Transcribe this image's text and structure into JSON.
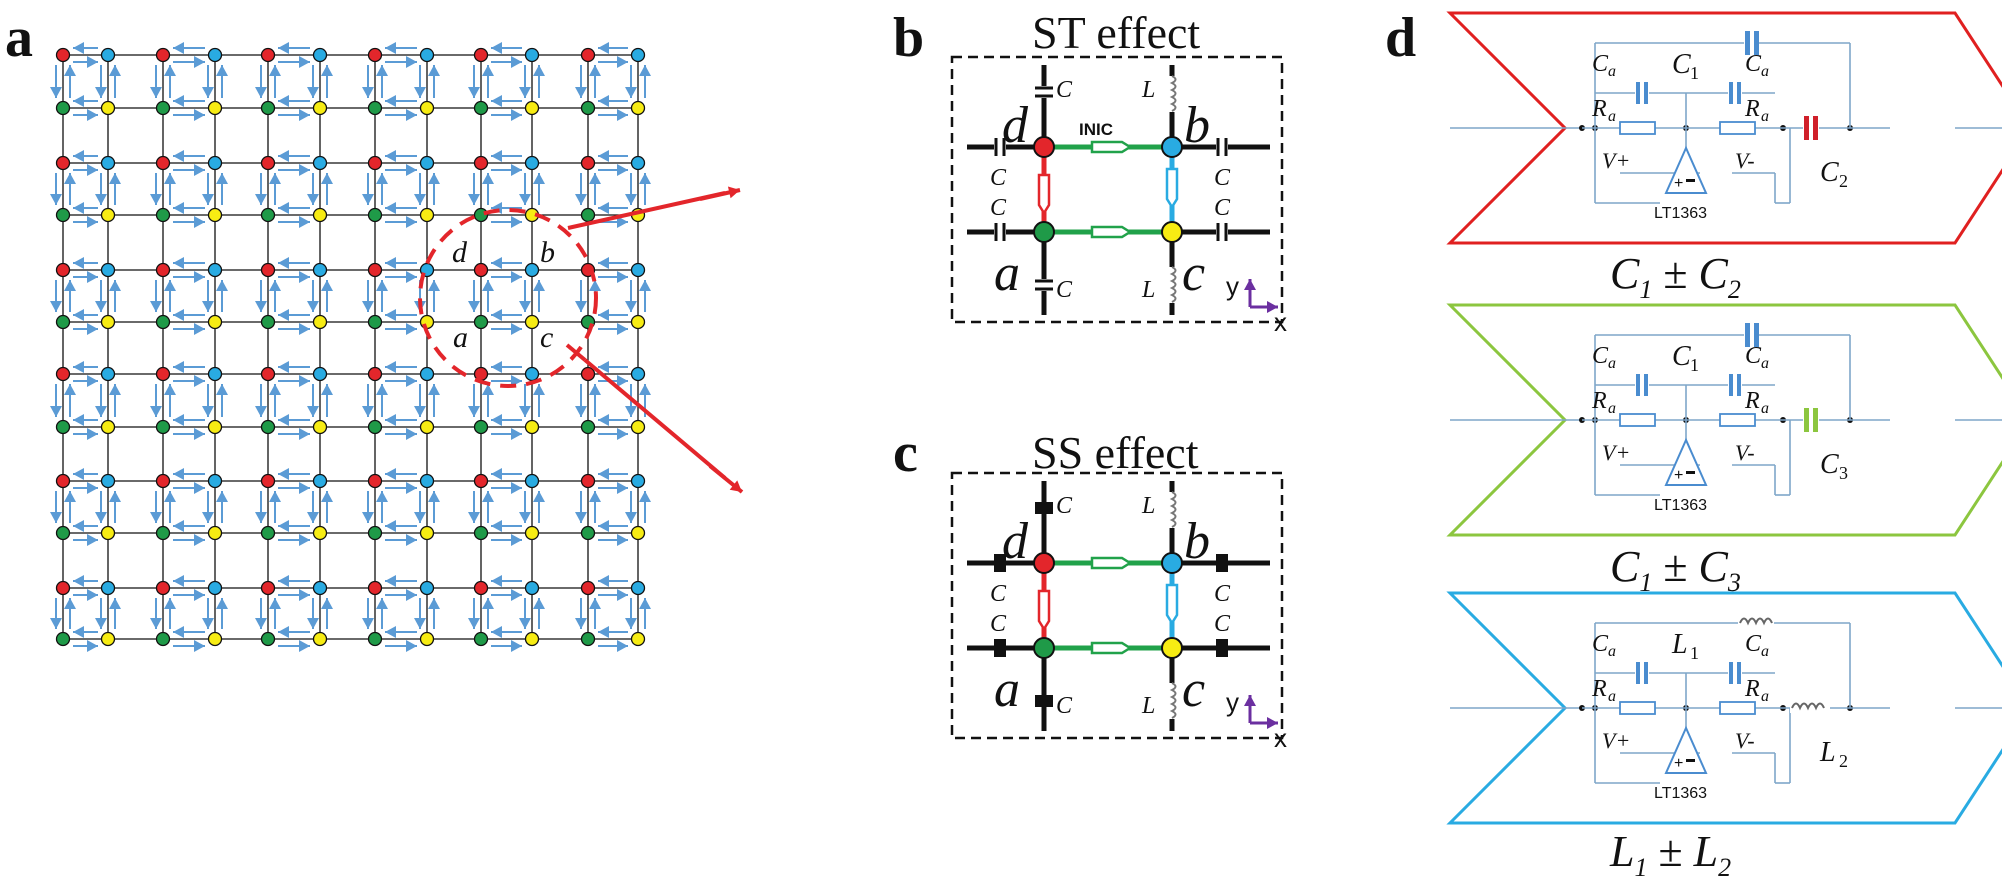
{
  "panels": {
    "a": {
      "letter": "a",
      "site_labels": [
        "d",
        "b",
        "a",
        "c"
      ]
    },
    "b": {
      "letter": "b",
      "title": "ST effect"
    },
    "c": {
      "letter": "c",
      "title": "SS effect"
    },
    "d": {
      "letter": "d"
    }
  },
  "inset_labels": {
    "sites": [
      "d",
      "b",
      "a",
      "c"
    ],
    "cap": "C",
    "ind": "L",
    "inic": "INIC",
    "axis_y": "y",
    "axis_x": "x"
  },
  "circuits": [
    {
      "element_top": "C",
      "element_top_sub": "1",
      "element_right": "C",
      "element_right_sub": "2",
      "ca": "C",
      "ra": "R",
      "sub_a": "a",
      "vplus": "V+",
      "vminus": "V-",
      "chip": "LT1363",
      "caption": "C",
      "caption_sub1": "1",
      "caption_pm": "±",
      "caption_b": "C",
      "caption_sub2": "2",
      "color": "#e02020",
      "accent": "#d0202a"
    },
    {
      "element_top": "C",
      "element_top_sub": "1",
      "element_right": "C",
      "element_right_sub": "3",
      "ca": "C",
      "ra": "R",
      "sub_a": "a",
      "vplus": "V+",
      "vminus": "V-",
      "chip": "LT1363",
      "caption": "C",
      "caption_sub1": "1",
      "caption_pm": "±",
      "caption_b": "C",
      "caption_sub2": "3",
      "color": "#8cc63f",
      "accent": "#8cc63f"
    },
    {
      "element_top": "L",
      "element_top_sub": "1",
      "element_right": "L",
      "element_right_sub": "2",
      "ca": "C",
      "ra": "R",
      "sub_a": "a",
      "vplus": "V+",
      "vminus": "V-",
      "chip": "LT1363",
      "caption": "L",
      "caption_sub1": "1",
      "caption_pm": "±",
      "caption_b": "L",
      "caption_sub2": "2",
      "color": "#29abe2",
      "accent": "#4a8ccf"
    }
  ],
  "colors": {
    "red": "#e3262b",
    "blue": "#29abe2",
    "green": "#1f9a48",
    "yellow": "#f7ec13",
    "arrow": "#5b9bd5",
    "grid": "#111111",
    "dashed_red": "#e3262b",
    "inic_green": "#21a24a"
  }
}
